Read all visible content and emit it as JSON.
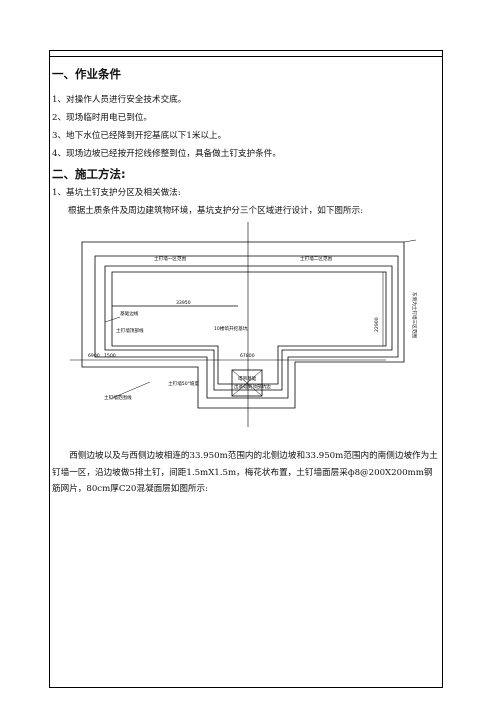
{
  "section1": {
    "heading": "一、作业条件",
    "items": [
      "1、对操作人员进行安全技术交底。",
      "2、现场临时用电已到位。",
      "3、地下水位已经降到开挖基底以下1米以上。",
      "4、现场边坡已经按开挖线修整到位，具备做土钉支护条件。"
    ]
  },
  "section2": {
    "heading": "二、施工方法:",
    "sub1": "1、基坑土钉支护分区及相关做法:",
    "intro": "根据土质条件及周边建筑物环境，基坑支护分三个区域进行设计，如下图所示:",
    "paragraph": "西侧边坡以及与西侧边坡相连的33.950m范围内的北侧边坡和33.950m范围内的南侧边坡作为土钉墙一区，沿边坡做5排土钉，间距1.5mX1.5m，梅花状布置，土钉墙面层采ф8@200X200mm钢筋网片，80cm厚C20混凝面层如图所示:"
  },
  "diagram": {
    "zone1_label": "土钉墙一区范围",
    "zone2_label": "土钉墙二区范围",
    "zone3_label": "东侧为土钉墙三区范围",
    "dim_33950": "33950",
    "dim_22900": "22900",
    "dim_6900": "6900",
    "dim_1500": "1500",
    "dim_67800": "67800",
    "label_base_edge": "基础边线",
    "label_wall_top": "土钉墙顶部线",
    "label_tenth_floor": "10楼筑开挖基坑",
    "label_slope": "土钉墙50°坡度",
    "label_tower": "塔吊基础",
    "label_tower2": "出基础到顶部坑边",
    "label_wall_range": "土钉墙范围线"
  }
}
